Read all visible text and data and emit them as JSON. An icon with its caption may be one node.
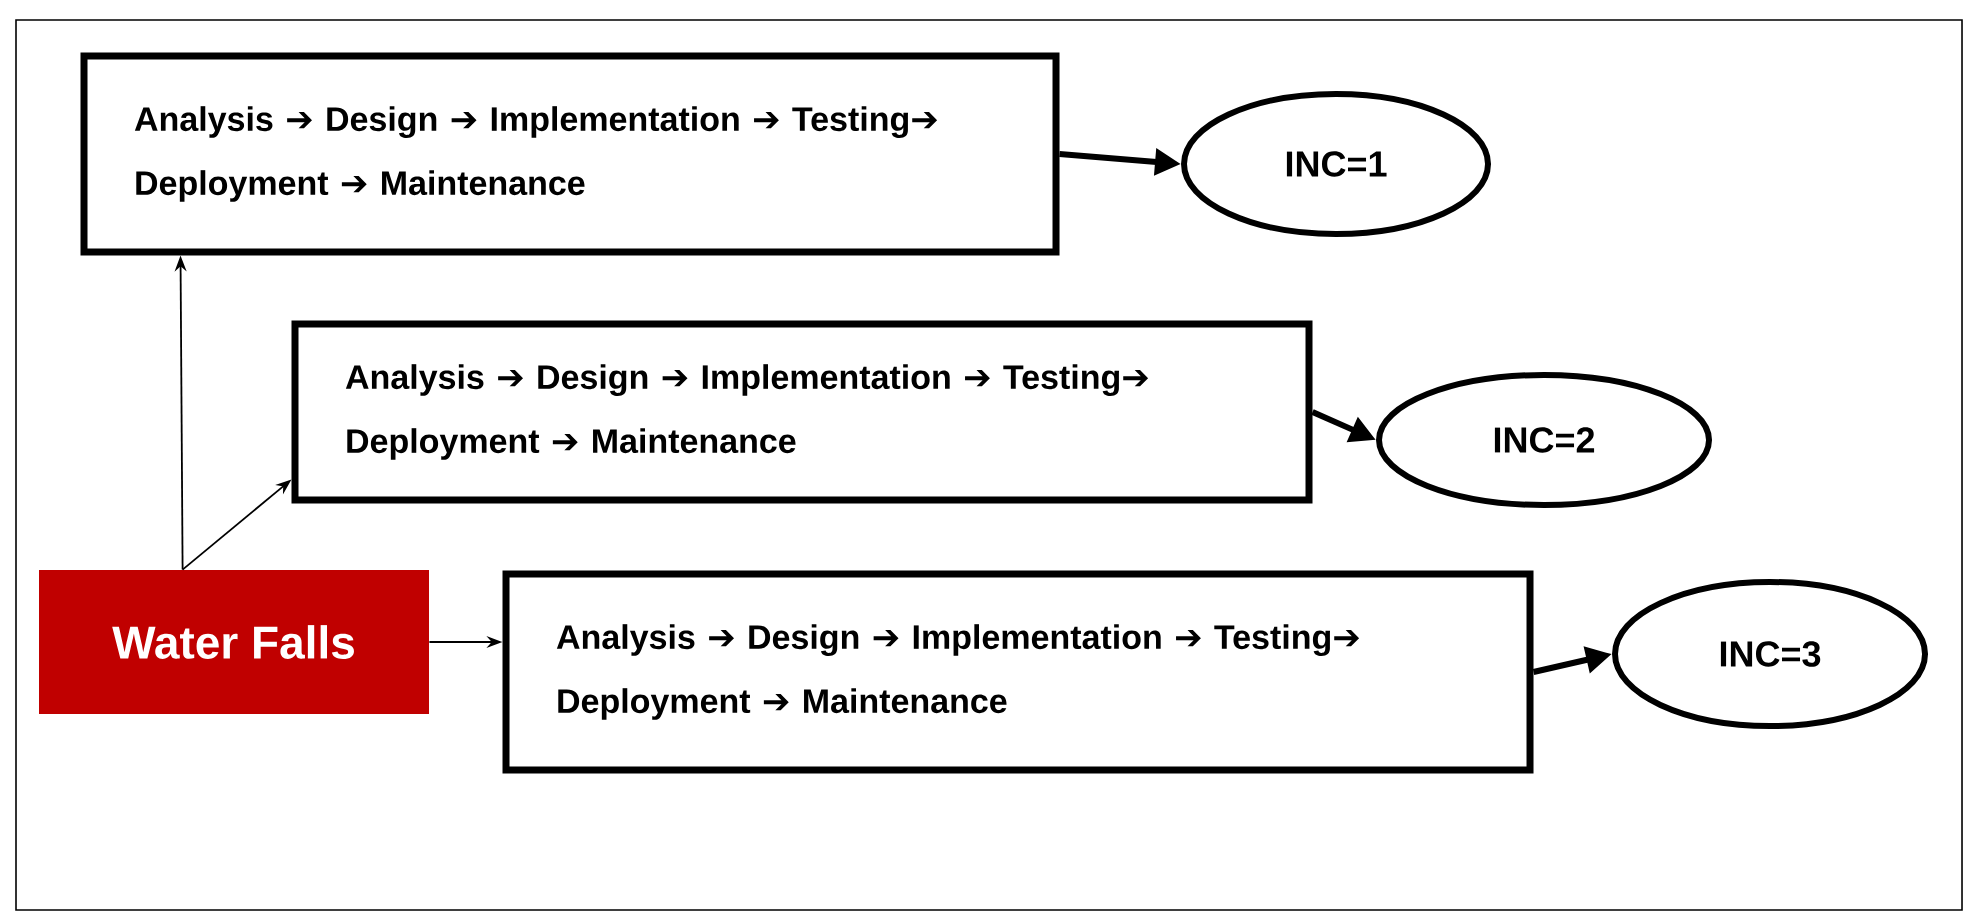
{
  "diagram": {
    "nodes": [
      {
        "text": [
          "Water Falls"
        ]
      },
      {
        "text": [
          "Analysis ➔ Design ➔ Implementation ➔ Testing➔ Deployment ➔ Maintenance"
        ]
      },
      {
        "text": [
          "Analysis ➔ Design ➔ Implementation ➔ Testing➔ Deployment ➔ Maintenance"
        ]
      },
      {
        "text": [
          "Analysis ➔ Design ➔ Implementation ➔ Testing➔ Deployment ➔ Maintenance"
        ]
      },
      {
        "text": [
          "INC=1"
        ]
      },
      {
        "text": [
          "INC=2"
        ]
      },
      {
        "text": [
          "INC=3"
        ]
      }
    ],
    "edges": [
      {
        "from": 0,
        "to": 1,
        "arrow": "to"
      },
      {
        "from": 0,
        "to": 2,
        "arrow": "to"
      },
      {
        "from": 0,
        "to": 3,
        "arrow": "to"
      },
      {
        "from": 1,
        "to": 4,
        "arrow": "to",
        "style": "thick"
      },
      {
        "from": 2,
        "to": 5,
        "arrow": "to",
        "style": "thick"
      },
      {
        "from": 3,
        "to": 6,
        "arrow": "to",
        "style": "thick"
      }
    ]
  }
}
